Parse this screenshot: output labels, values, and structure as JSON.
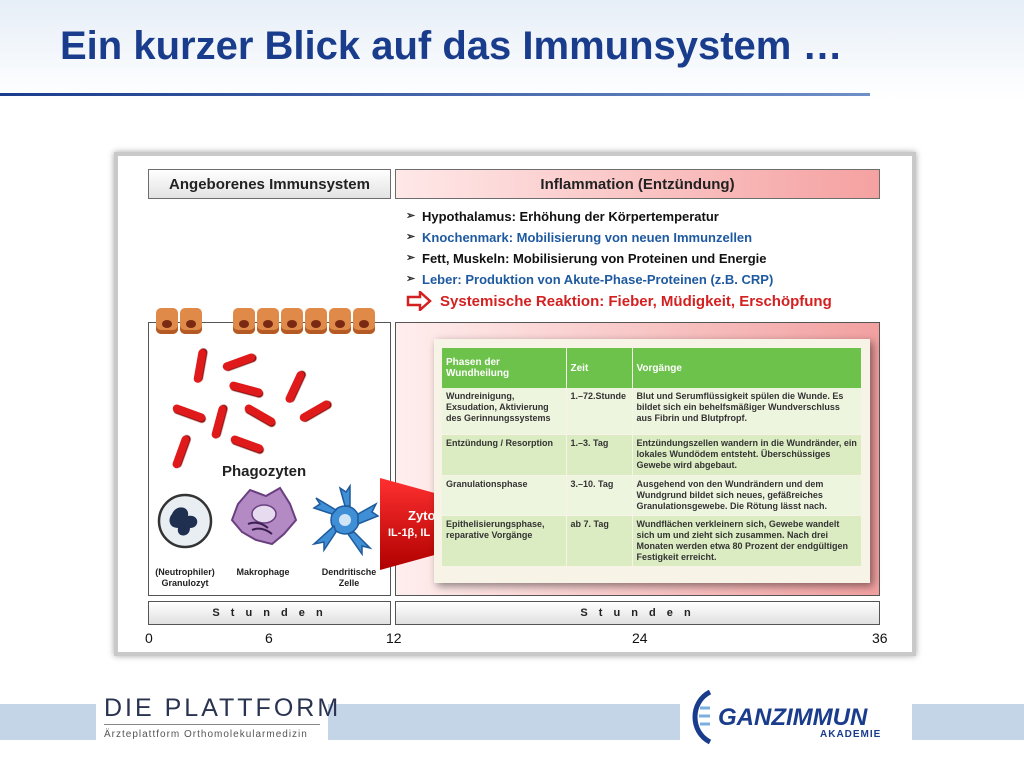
{
  "slide": {
    "title": "Ein kurzer Blick auf das Immunsystem …"
  },
  "headers": {
    "left": "Angeborenes Immunsystem",
    "right": "Inflammation (Entzündung)"
  },
  "bullets": [
    "Hypothalamus: Erhöhung der Körpertemperatur",
    "Knochenmark: Mobilisierung von neuen Immunzellen",
    "Fett, Muskeln: Mobilisierung von Proteinen und Energie",
    "Leber: Produktion von Akute-Phase-Proteinen (z.B. CRP)"
  ],
  "systemic": "Systemische Reaktion: Fieber, Müdigkeit, Erschöpfung",
  "phagozyten": "Phagozyten",
  "cells": {
    "neutrophil": [
      "(Neutrophiler)",
      "Granulozyt"
    ],
    "makrophage": "Makrophage",
    "dendritic": [
      "Dendritische",
      "Zelle"
    ]
  },
  "zytokine": {
    "label": "Zyto",
    "sub": "IL-1β, IL"
  },
  "table": {
    "headers": [
      "Phasen der Wundheilung",
      "Zeit",
      "Vorgänge"
    ],
    "rows": [
      {
        "phase": "Wundreinigung, Exsudation, Aktivierung des Gerinnungssystems",
        "zeit": "1.–72.Stunde",
        "vorgang": "Blut und Serumflüssigkeit spülen die Wunde. Es bildet sich ein behelfsmäßiger Wundverschluss aus Fibrin und Blutpfropf."
      },
      {
        "phase": "Entzündung / Resorption",
        "zeit": "1.–3. Tag",
        "vorgang": "Entzündungszellen wandern in die Wundränder, ein lokales Wundödem entsteht. Überschüssiges Gewebe wird abgebaut."
      },
      {
        "phase": "Granulationsphase",
        "zeit": "3.–10. Tag",
        "vorgang": "Ausgehend von den Wundrändern und dem Wundgrund bildet sich neues, gefäßreiches Granulationsgewebe. Die Rötung lässt nach."
      },
      {
        "phase": "Epithelisierungsphase, reparative Vorgänge",
        "zeit": "ab 7. Tag",
        "vorgang": "Wundflächen verkleinern sich, Gewebe wandelt sich um und zieht sich zusammen. Nach drei Monaten werden etwa 80 Prozent der endgültigen Festigkeit erreicht."
      }
    ]
  },
  "timeline": {
    "left_label": "S t u n d e n",
    "right_label": "S t u n d e n",
    "ticks": [
      "0",
      "6",
      "12",
      "24",
      "36"
    ]
  },
  "footer": {
    "plattform": "DIE PLATTFORM",
    "plattform_sub": "Ärzteplattform Orthomolekularmedizin",
    "ganz": "GANZIMMUN",
    "akademie": "AKADEMIE"
  },
  "colors": {
    "title": "#1a3c8c",
    "accent_red": "#d42020",
    "table_green": "#6cc24a"
  }
}
